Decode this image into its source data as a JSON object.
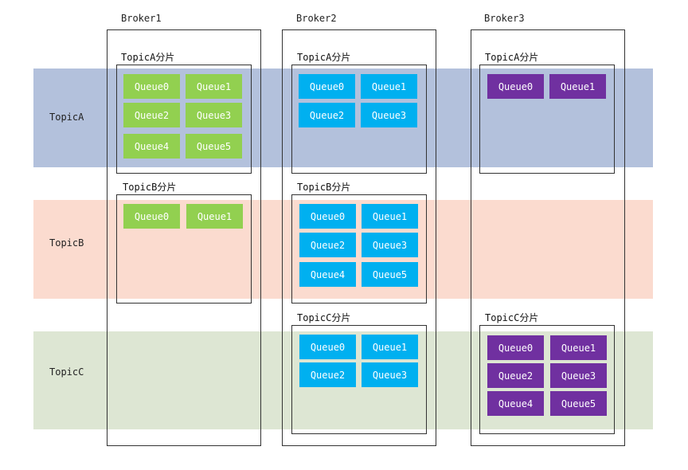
{
  "colors": {
    "band_topicA": "#b3c1dc",
    "band_topicB": "#fbdbcf",
    "band_topicC": "#dde6d3",
    "queue_green": "#92d050",
    "queue_blue": "#00b0f0",
    "queue_purple": "#7030a0"
  },
  "topics": {
    "a": "TopicA",
    "b": "TopicB",
    "c": "TopicC"
  },
  "brokers": {
    "b1": "Broker1",
    "b2": "Broker2",
    "b3": "Broker3"
  },
  "partitions": {
    "b1_a": "TopicA分片",
    "b1_b": "TopicB分片",
    "b2_a": "TopicA分片",
    "b2_b": "TopicB分片",
    "b2_c": "TopicC分片",
    "b3_a": "TopicA分片",
    "b3_c": "TopicC分片"
  },
  "queues": {
    "b1_a": [
      "Queue0",
      "Queue1",
      "Queue2",
      "Queue3",
      "Queue4",
      "Queue5"
    ],
    "b1_b": [
      "Queue0",
      "Queue1"
    ],
    "b2_a": [
      "Queue0",
      "Queue1",
      "Queue2",
      "Queue3"
    ],
    "b2_b": [
      "Queue0",
      "Queue1",
      "Queue2",
      "Queue3",
      "Queue4",
      "Queue5"
    ],
    "b2_c": [
      "Queue0",
      "Queue1",
      "Queue2",
      "Queue3"
    ],
    "b3_a": [
      "Queue0",
      "Queue1"
    ],
    "b3_c": [
      "Queue0",
      "Queue1",
      "Queue2",
      "Queue3",
      "Queue4",
      "Queue5"
    ]
  }
}
